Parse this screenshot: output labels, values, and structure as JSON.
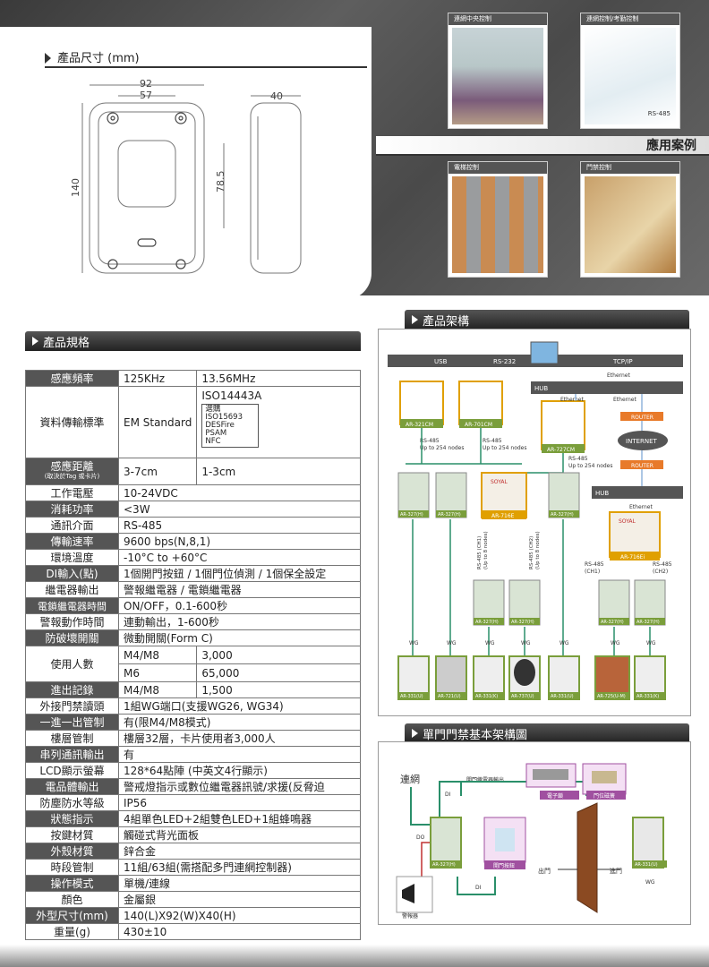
{
  "header": {
    "dim_title": "產品尺寸 (mm)",
    "dims": {
      "w92": "92",
      "w57": "57",
      "h140": "140",
      "h78": "78.5",
      "d40": "40"
    },
    "cases": [
      {
        "label": "連網中央控制"
      },
      {
        "label": "連網控制/考勤控制"
      },
      {
        "label": "電梯控制"
      },
      {
        "label": "門禁控制"
      }
    ],
    "rs485": "RS-485",
    "app_title": "應用案例"
  },
  "spec": {
    "title": "產品規格",
    "rows": [
      {
        "k": "感應頻率",
        "v": "125KHz",
        "v2": "13.56MHz"
      },
      {
        "k": "資料傳輸標準",
        "v": "EM Standard",
        "v2": "ISO14443A",
        "v2b": "選購",
        "v2c": "ISO15693",
        "v2d": "DESFire",
        "v2e": "PSAM",
        "v2f": "NFC"
      },
      {
        "k": "感應距離",
        "ksub": "(取決於Tag 或卡片)",
        "v": "3-7cm",
        "v2": "1-3cm"
      },
      {
        "k": "工作電壓",
        "v": "10-24VDC"
      },
      {
        "k": "消耗功率",
        "v": "<3W"
      },
      {
        "k": "通訊介面",
        "v": "RS-485"
      },
      {
        "k": "傳輸速率",
        "v": "9600 bps(N,8,1)"
      },
      {
        "k": "環境溫度",
        "v": "-10°C to +60°C"
      },
      {
        "k": "DI輸入(點)",
        "v": "1個開門按鈕 / 1個門位偵測 / 1個保全設定"
      },
      {
        "k": "繼電器輸出",
        "v": "警報繼電器 / 電鎖繼電器"
      },
      {
        "k": "電鎖繼電器時間",
        "v": "ON/OFF，0.1-600秒"
      },
      {
        "k": "警報動作時間",
        "v": "連動輸出，1-600秒"
      },
      {
        "k": "防破壞開關",
        "v": "微動開關(Form C)"
      },
      {
        "k": "使用人數",
        "m1": "M4/M8",
        "n1": "3,000",
        "m2": "M6",
        "n2": "65,000"
      },
      {
        "k": "進出記錄",
        "m1": "M4/M8",
        "n1": "1,500"
      },
      {
        "k": "外接門禁讀頭",
        "v": "1組WG端口(支援WG26, WG34)"
      },
      {
        "k": "一進一出管制",
        "v": "有(限M4/M8模式)"
      },
      {
        "k": "樓層管制",
        "v": "樓層32層，卡片使用者3,000人"
      },
      {
        "k": "串列通訊輸出",
        "v": "有"
      },
      {
        "k": "LCD顯示螢幕",
        "v": "128*64點陣 (中英文4行顯示)"
      },
      {
        "k": "電品體輸出",
        "v": "警戒燈指示或數位繼電器訊號/求援(反脅迫"
      },
      {
        "k": "防塵防水等級",
        "v": "IP56"
      },
      {
        "k": "狀態指示",
        "v": "4組單色LED+2組雙色LED+1組蜂鳴器"
      },
      {
        "k": "按鍵材質",
        "v": "觸碰式背光面板"
      },
      {
        "k": "外殼材質",
        "v": "鋅合金"
      },
      {
        "k": "時段管制",
        "v": "11組/63組(需搭配多門連網控制器)"
      },
      {
        "k": "操作模式",
        "v": "單機/連線"
      },
      {
        "k": "顏色",
        "v": "金屬銀"
      },
      {
        "k": "外型尺寸(mm)",
        "v": "140(L)X92(W)X40(H)"
      },
      {
        "k": "重量(g)",
        "v": "430±10"
      }
    ]
  },
  "arch": {
    "title": "產品架構",
    "usb": "USB",
    "rs232": "RS-232",
    "tcpip": "TCP/IP",
    "ethernet": "Ethernet",
    "hub": "HUB",
    "router": "ROUTER",
    "internet": "INTERNET",
    "ar321cm": "AR-321CM",
    "ar701cm": "AR-701CM",
    "ar727cm": "AR-727CM",
    "ar716e": "AR-716E",
    "ar716ei": "AR-716Ei",
    "rs485a": "RS-485",
    "rs485a2": "Up to 254 nodes",
    "rs485b": "RS-485",
    "rs485b2": "Up to 254 nodes",
    "rs485c": "RS-485",
    "rs485c2": "Up to 254 nodes",
    "ch1": "RS-485 (CH1)",
    "ch1b": "(Up to 8 nodes)",
    "ch2": "RS-485 (CH2)",
    "ch2b": "(Up to 8 nodes)",
    "r485ch1": "RS-485",
    "r485ch1b": "(CH1)",
    "r485ch2": "RS-485",
    "r485ch2b": "(CH2)",
    "soyal": "SOYAL",
    "ar327h": "AR-327(H)",
    "ar327hn": "AR-327(H)",
    "wg": "WG",
    "readers": [
      "AR-331(U)",
      "AR-721(U)",
      "AR-331(K)",
      "AR-737(U)",
      "AR-331(U)",
      "AR-725(U-M)",
      "AR-331(K)"
    ]
  },
  "door": {
    "title": "單門門禁基本架構圖",
    "network": "連網",
    "lockout": "開門繼電器輸出",
    "di": "DI",
    "di2": "DI",
    "do": "DO",
    "elock": "電子鎖",
    "sensor": "門位磁簧",
    "ar327": "AR-327(H)",
    "exitbtn": "開門按鈕",
    "ar331": "AR-331(U)",
    "exit": "出門",
    "enter": "進門",
    "wg": "WG",
    "alarm": "警報器"
  }
}
